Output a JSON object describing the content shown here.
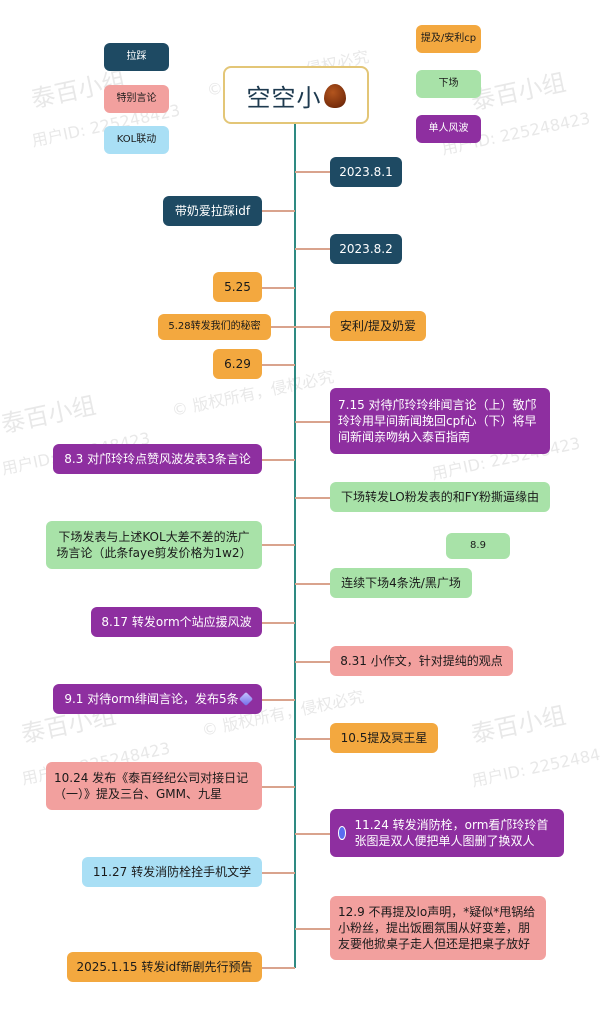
{
  "title": "空空小",
  "legend": [
    {
      "label": "拉踩",
      "color": "#1e4a63"
    },
    {
      "label": "特别言论",
      "color": "#f2a09e"
    },
    {
      "label": "KOL联动",
      "color": "#a9dff5"
    },
    {
      "label": "提及/安利cp",
      "color": "#f3a83f"
    },
    {
      "label": "下场",
      "color": "#a8e2a8"
    },
    {
      "label": "单人风波",
      "color": "#8e2fa0"
    }
  ],
  "left_nodes": [
    "带奶爱拉踩idf",
    "5.25",
    "5.28转发我们的秘密",
    "6.29",
    "8.3 对邝玲玲点赞风波发表3条言论",
    "下场发表与上述KOL大差不差的洗广场言论（此条faye剪发价格为1w2）",
    "8.17 转发orm个站应援风波",
    "9.1 对待orm绯闻言论，发布5条",
    "10.24 发布《泰百经纪公司对接日记（一）》提及三台、GMM、九星",
    "11.27 转发消防栓拴手机文学",
    "2025.1.15 转发idf新剧先行预告"
  ],
  "right_nodes": [
    "2023.8.1",
    "2023.8.2",
    "安利/提及奶爱",
    "7.15 对待邝玲玲绯闻言论（上）敬邝玲玲用早间新闻挽回cpf心（下）将早间新闻亲吻纳入泰百指南",
    "下场转发LO粉发表的和FY粉撕逼缘由",
    "8.9",
    "连续下场4条洗/黑广场",
    "8.31 小作文，针对提纯的观点",
    "10.5提及冥王星",
    "11.24 转发消防栓，orm看邝玲玲首张图是双人便把单人图删了换双人",
    "12.9 不再提及lo声明，*疑似*甩锅给小粉丝，提出饭圈氛围从好变差，朋友要他掀桌子走人但还是把桌子放好"
  ],
  "watermark": {
    "brand": "泰百小组",
    "user": "用户ID: 225248423",
    "copyright": "© 版权所有，侵权必究"
  }
}
